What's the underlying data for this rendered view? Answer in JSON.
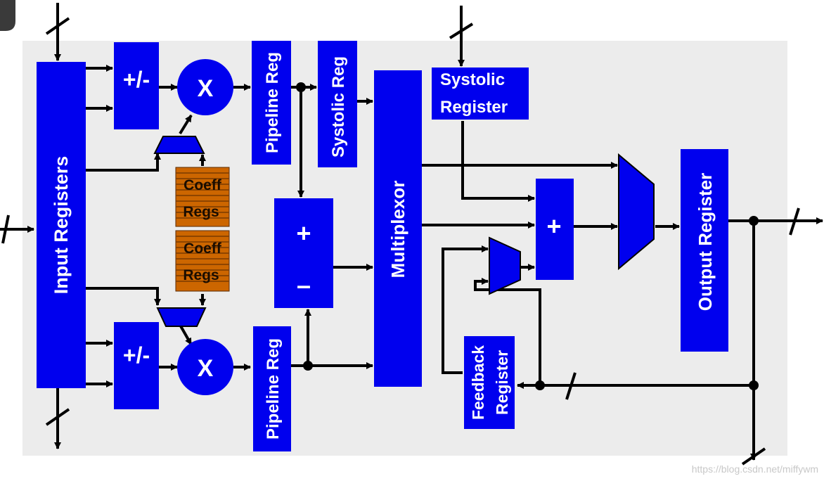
{
  "diagram": {
    "colors": {
      "block": "#0000ee",
      "coeff_fill": "#cc6600",
      "panel": "#ececec",
      "line": "#000000"
    },
    "input_registers": "Input Registers",
    "addsub_top": "+/-",
    "addsub_bottom": "+/-",
    "mult_top": "X",
    "mult_bottom": "X",
    "pipeline_reg_top": "Pipeline Reg",
    "pipeline_reg_bottom": "Pipeline Reg",
    "systolic_reg_vertical": "Systolic Reg",
    "systolic_register_line1": "Systolic",
    "systolic_register_line2": "Register",
    "coeff_regs_1": {
      "line1": "Coeff",
      "line2": "Regs"
    },
    "coeff_regs_2": {
      "line1": "Coeff",
      "line2": "Regs"
    },
    "adder_plus": "+",
    "adder_minus": "–",
    "multiplexor": "Multiplexor",
    "final_adder": "+",
    "output_register": "Output Register",
    "feedback_register_line1": "Feedback",
    "feedback_register_line2": "Register"
  },
  "watermark": "https://blog.csdn.net/miffywm"
}
